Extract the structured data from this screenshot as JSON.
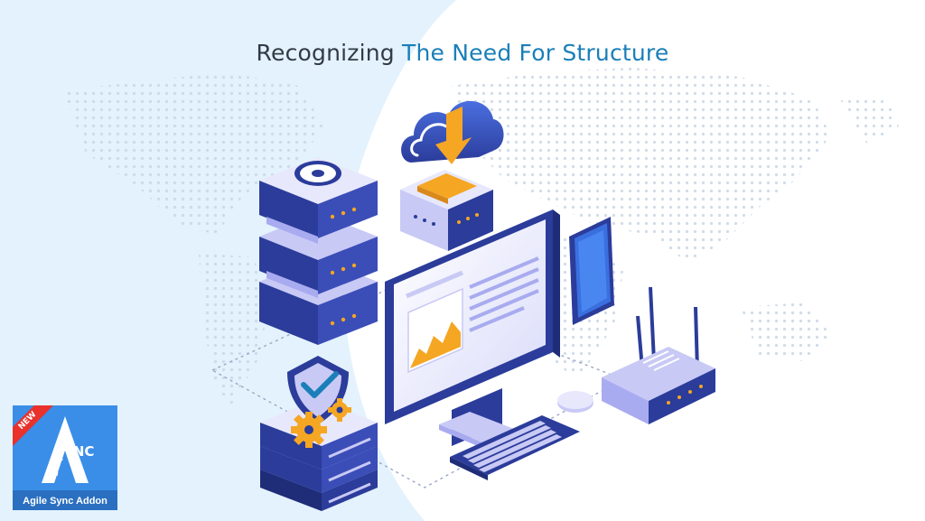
{
  "header": {
    "title_part1": "Recognizing",
    "title_part2": "The Need For Structure"
  },
  "badge": {
    "ribbon": "NEW",
    "logo_text": "YNC",
    "caption": "Agile Sync Addon"
  },
  "colors": {
    "background": "#e3f2fc",
    "title_dark": "#333a45",
    "title_accent": "#1a7fb8",
    "badge_blue": "#3a8ee8",
    "ribbon_red": "#e8322b",
    "server_navy": "#2b3c9a",
    "server_lavender": "#c8c9f5",
    "chart_orange": "#f5a623"
  }
}
